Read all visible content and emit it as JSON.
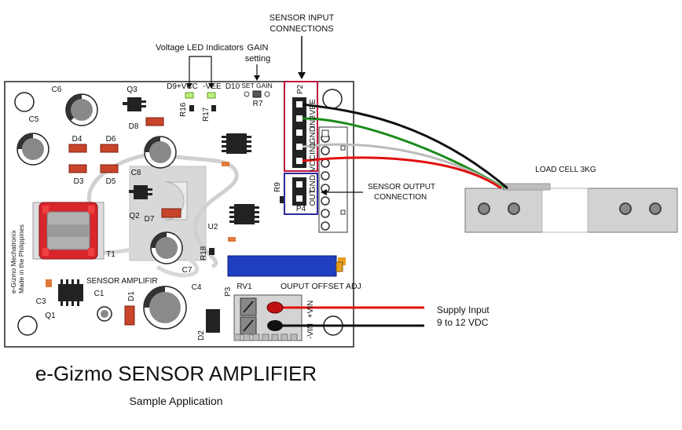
{
  "title": "e-Gizmo SENSOR AMPLIFIER",
  "subtitle": "Sample Application",
  "annotations": {
    "sensor_input": [
      "SENSOR INPUT",
      "CONNECTIONS"
    ],
    "voltage_led": "Voltage LED Indicators",
    "gain": [
      "GAIN",
      "setting"
    ],
    "load_cell": "LOAD CELL 3KG",
    "sensor_output": [
      "SENSOR OUTPUT",
      "CONNECTION"
    ],
    "supply": [
      "Supply Input",
      "9 to 12 VDC"
    ]
  },
  "board": {
    "brand": [
      "e-Gizmo Mechatronix",
      "Made in the Philippines"
    ],
    "name": "SENSOR AMPLIFIR",
    "offset_adj": "OUPUT OFFSET ADJ",
    "set_gain": "SET GAIN",
    "led_vcc": "D9+VCC",
    "led_vee": "-VEE",
    "d10": "D10",
    "p2_pins": [
      "-VEE",
      "IN2",
      "GND",
      "IN1",
      "VCC"
    ],
    "p4_pins": [
      "OUT",
      "GND"
    ],
    "p3_pins": [
      "+VIN",
      "-VIN"
    ],
    "designators": {
      "C6": "C6",
      "C5": "C5",
      "Q3": "Q3",
      "D8": "D8",
      "R16": "R16",
      "R17": "R17",
      "R7": "R7",
      "P2": "P2",
      "D4": "D4",
      "D6": "D6",
      "D3": "D3",
      "D5": "D5",
      "C8": "C8",
      "Q2": "Q2",
      "D7": "D7",
      "R9": "R9",
      "P4": "P4",
      "T1": "T1",
      "U2": "U2",
      "R18": "R18",
      "C7": "C7",
      "RV1": "RV1",
      "C4": "C4",
      "P3": "P3",
      "C3": "C3",
      "C1": "C1",
      "D1": "D1",
      "Q1": "Q1",
      "D2": "D2"
    }
  },
  "colors": {
    "board_outline": "#222222",
    "connector_box_input": "#c0143c",
    "connector_box_output": "#2a2aa0",
    "pot": "#1f3fbf",
    "wire_red": "#e01010",
    "wire_black": "#111111",
    "wire_green": "#1a8a1a",
    "wire_white": "#bbbbbb",
    "led": "#b8f07a",
    "transformer": "#d8262c",
    "diode": "#c8442a"
  }
}
